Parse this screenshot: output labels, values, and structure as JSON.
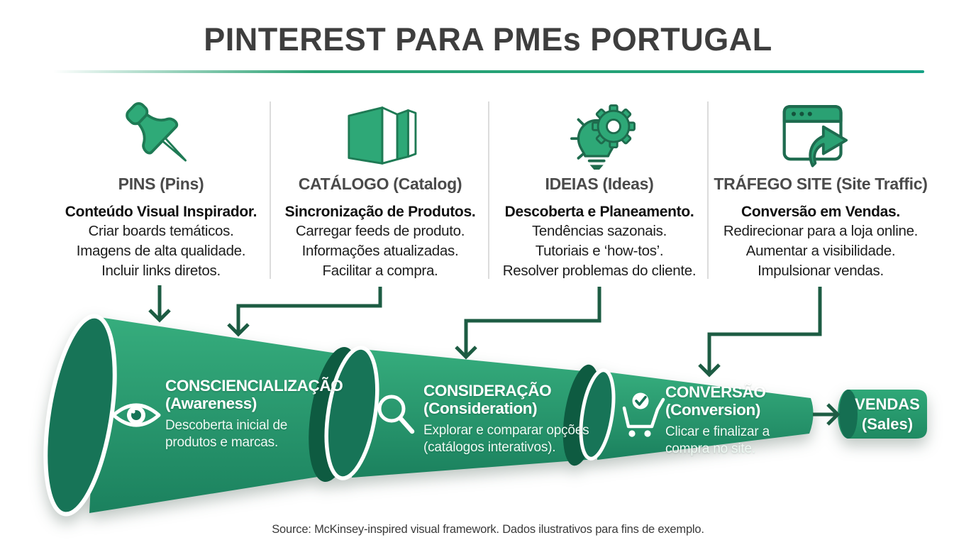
{
  "title": "PINTEREST PARA PMEs PORTUGAL",
  "columns": [
    {
      "icon": "pushpin-icon",
      "heading": "PINS (Pins)",
      "lead": "Conteúdo Visual Inspirador.",
      "lines": [
        "Criar boards temáticos.",
        "Imagens de alta qualidade.",
        "Incluir links diretos."
      ]
    },
    {
      "icon": "catalog-icon",
      "heading": "CATÁLOGO (Catalog)",
      "lead": "Sincronização de Produtos.",
      "lines": [
        "Carregar feeds de produto.",
        "Informações atualizadas.",
        "Facilitar a compra."
      ]
    },
    {
      "icon": "idea-bulb-gear-icon",
      "heading": "IDEIAS (Ideas)",
      "lead": "Descoberta e Planeamento.",
      "lines": [
        "Tendências sazonais.",
        "Tutoriais e ‘how-tos’.",
        "Resolver problemas do cliente."
      ]
    },
    {
      "icon": "site-traffic-icon",
      "heading": "TRÁFEGO SITE (Site Traffic)",
      "lead": "Conversão em Vendas.",
      "lines": [
        "Redirecionar para a loja online.",
        "Aumentar a visibilidade.",
        "Impulsionar vendas."
      ]
    }
  ],
  "funnel": {
    "stages": [
      {
        "icon": "eye-icon",
        "title": "CONSCIENCIALIZAÇÃO",
        "subtitle": "(Awareness)",
        "desc": "Descoberta inicial de produtos e marcas."
      },
      {
        "icon": "magnifier-icon",
        "title": "CONSIDERAÇÃO",
        "subtitle": "(Consideration)",
        "desc": "Explorar e comparar opções (catálogos interativos)."
      },
      {
        "icon": "cart-check-icon",
        "title": "CONVERSÃO",
        "subtitle": "(Conversion)",
        "desc": "Clicar e finalizar a compra no site."
      }
    ],
    "result": {
      "title": "VENDAS",
      "subtitle": "(Sales)"
    }
  },
  "footer": "Source: McKinsey-inspired visual framework. Dados ilustrativos para fins de exemplo.",
  "colors": {
    "accent_green": "#2aa173",
    "funnel_top": "#36ad7d",
    "funnel_bottom": "#1b815e",
    "funnel_cap": "#177457",
    "funnel_cap_dark": "#0e5b41",
    "arrow_green": "#1d5c43",
    "icon_outline": "#1e7a54",
    "title_gray": "#3e3e3e"
  }
}
